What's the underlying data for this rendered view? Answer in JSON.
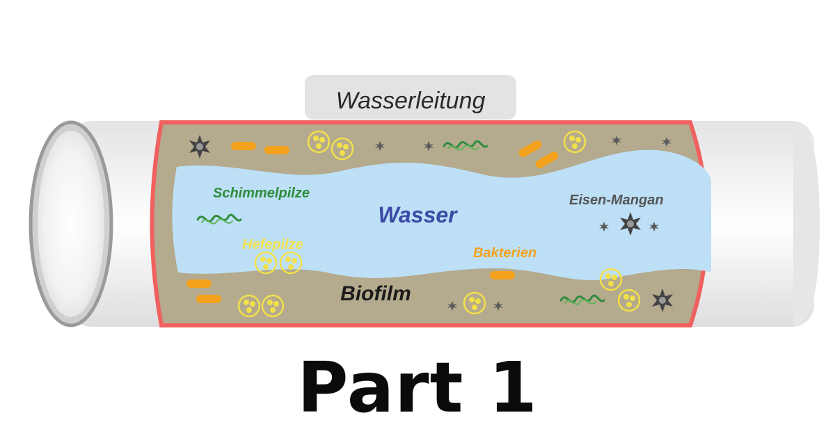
{
  "diagram": {
    "title_tag": "Wasserleitung",
    "labels": {
      "water": "Wasser",
      "mold": "Schimmelpilze",
      "yeast": "Hefepilze",
      "bacteria": "Bakterien",
      "iron_manganese": "Eisen-Mangan",
      "biofilm": "Biofilm"
    },
    "colors": {
      "pipe_rim": "#f0605e",
      "biofilm": "#b4aa8e",
      "water": "#bde0f6",
      "water_label": "#3c4aa6",
      "mold": "#2e8b3a",
      "yeast": "#f2e14a",
      "bacteria": "#f4a21e",
      "iron_manganese": "#555555",
      "biofilm_label": "#1b1b1b"
    },
    "icons": [
      "mold-strand-icon",
      "yeast-cell-icon",
      "bacteria-rod-icon",
      "iron-manganese-star-icon"
    ]
  },
  "caption": {
    "text": "Part 1"
  }
}
